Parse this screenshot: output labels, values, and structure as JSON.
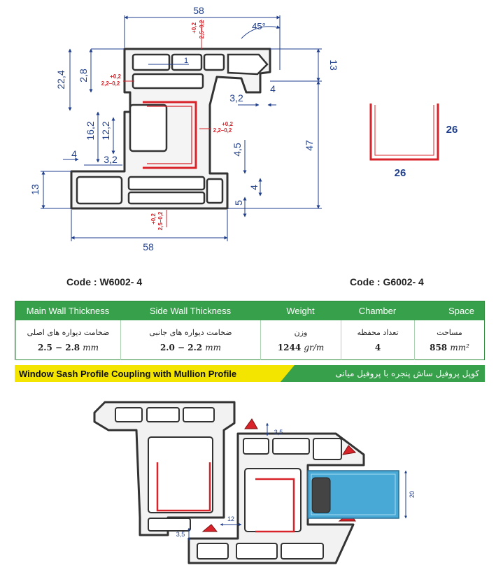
{
  "top_drawing": {
    "dims": {
      "width_top": "58",
      "angle": "45°",
      "tol_top_plus": "+0,2",
      "tol_top_range": "2,5–0,2",
      "h_22_4": "22,4",
      "h_2_8": "2,8",
      "d_1": "1",
      "tol_left_plus": "+0,2",
      "tol_left_range": "2,2–0,2",
      "h_13_right": "13",
      "d_3_2_right": "3,2",
      "d_4_right": "4",
      "h_16_2": "16,2",
      "h_12_2": "12,2",
      "tol_mid_plus": "+0,2",
      "tol_mid_range": "2,2–0,2",
      "h_47": "47",
      "d_4_5": "4,5",
      "d_4_left": "4",
      "d_3_2_left": "3,2",
      "h_13_left": "13",
      "d_4_low": "4",
      "d_5": "5",
      "tol_bot_plus": "+0,2",
      "tol_bot_range": "2,5–0,2",
      "width_bottom": "58"
    },
    "gasket": {
      "width": "26",
      "height": "26"
    }
  },
  "codes": {
    "left": "Code : W6002- 4",
    "right": "Code : G6002- 4"
  },
  "table": {
    "headers": [
      "Main Wall Thickness",
      "Side Wall Thickness",
      "Weight",
      "Chamber",
      "Space"
    ],
    "persian": [
      "ضخامت دیواره های اصلی",
      "ضخامت دیواره های جانبی",
      "وزن",
      "تعداد محفظه",
      "مساحت"
    ],
    "values": [
      {
        "main": "2.5  − 2.8 ",
        "unit": "mm"
      },
      {
        "main": "2.0  − 2.2 ",
        "unit": "mm"
      },
      {
        "main": "1244 ",
        "unit": "gr/m"
      },
      {
        "main": "4",
        "unit": ""
      },
      {
        "main": "858 ",
        "unit": "mm²"
      }
    ]
  },
  "banner": {
    "english": "Window Sash Profile Coupling with Mullion Profile",
    "persian": "کوپل پروفیل ساش پنجره با پروفیل میانی"
  },
  "bottom_drawing": {
    "dims": {
      "d_3_5_top": "3,5",
      "d_20": "20",
      "d_12": "12",
      "d_3_5_bottom": "3,5"
    }
  },
  "colors": {
    "green": "#36a04a",
    "blue_dim": "#1f3e8c",
    "red": "#d8232a",
    "yellow": "#f3e500",
    "profile": "#333333",
    "glass": "#49a9d6"
  }
}
